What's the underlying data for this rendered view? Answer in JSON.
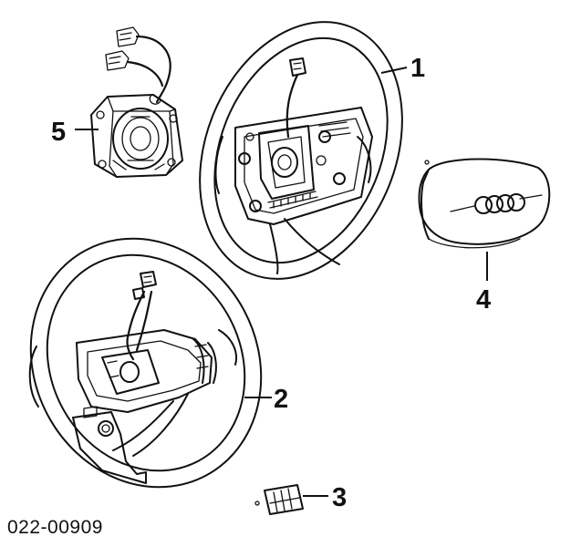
{
  "diagram": {
    "document_number": "022-00909",
    "callouts": [
      {
        "id": "1",
        "label": "1"
      },
      {
        "id": "2",
        "label": "2"
      },
      {
        "id": "3",
        "label": "3"
      },
      {
        "id": "4",
        "label": "4"
      },
      {
        "id": "5",
        "label": "5"
      }
    ]
  }
}
